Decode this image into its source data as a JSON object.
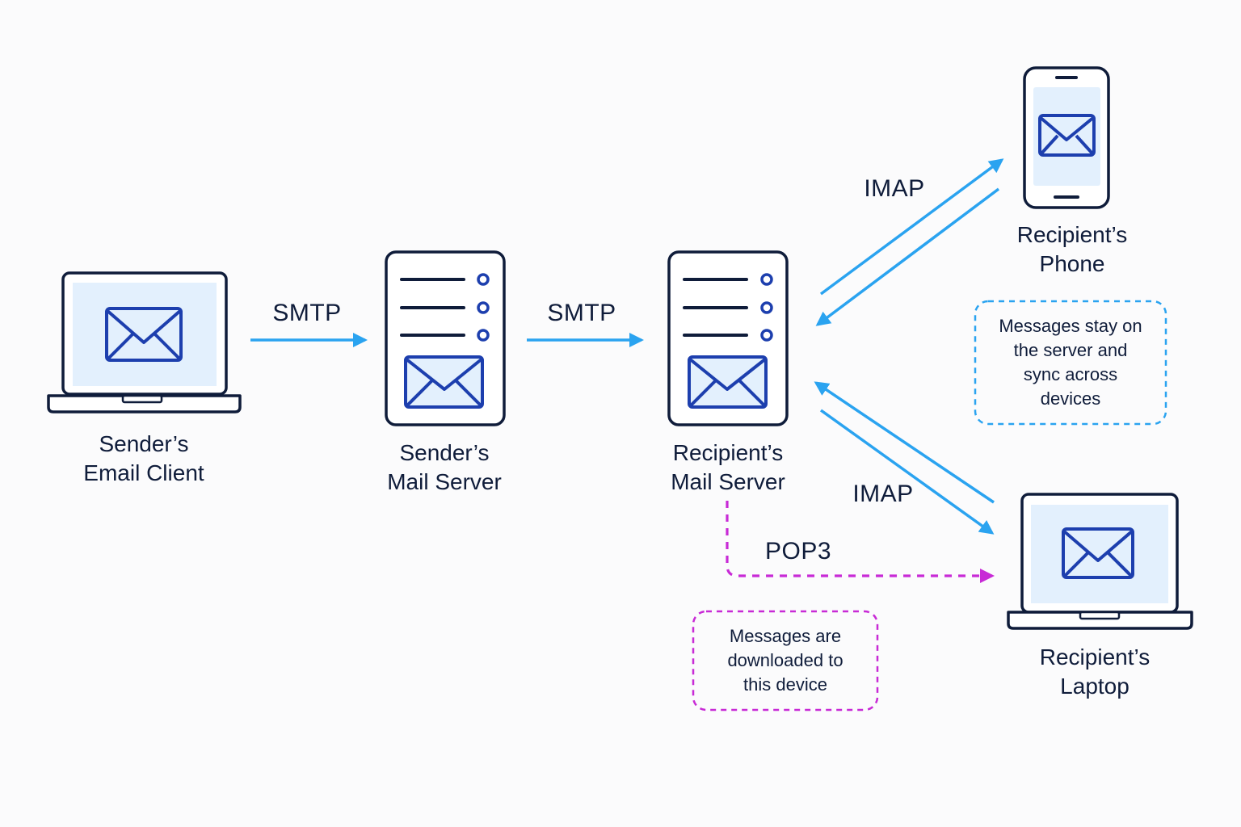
{
  "colors": {
    "ink": "#0f1c3a",
    "arrow_blue": "#2aa3f0",
    "arrow_magenta": "#c82ad6",
    "screen_fill": "#e3f0fd",
    "envelope_blue": "#1d3fae"
  },
  "nodes": {
    "sender_client": {
      "label_lines": [
        "Sender’s",
        "Email Client"
      ],
      "icon": "laptop-icon"
    },
    "sender_server": {
      "label_lines": [
        "Sender’s",
        "Mail Server"
      ],
      "icon": "server-icon"
    },
    "recipient_server": {
      "label_lines": [
        "Recipient’s",
        "Mail Server"
      ],
      "icon": "server-icon"
    },
    "recipient_phone": {
      "label_lines": [
        "Recipient’s",
        "Phone"
      ],
      "icon": "phone-icon"
    },
    "recipient_laptop": {
      "label_lines": [
        "Recipient’s",
        "Laptop"
      ],
      "icon": "laptop-icon"
    }
  },
  "edges": {
    "smtp_1": {
      "label": "SMTP"
    },
    "smtp_2": {
      "label": "SMTP"
    },
    "imap_phone": {
      "label": "IMAP"
    },
    "imap_laptop": {
      "label": "IMAP"
    },
    "pop3": {
      "label": "POP3"
    }
  },
  "notes": {
    "imap_note": {
      "lines": [
        "Messages stay on",
        "the server and",
        "sync across",
        "devices"
      ]
    },
    "pop3_note": {
      "lines": [
        "Messages are",
        "downloaded to",
        "this device"
      ]
    }
  }
}
